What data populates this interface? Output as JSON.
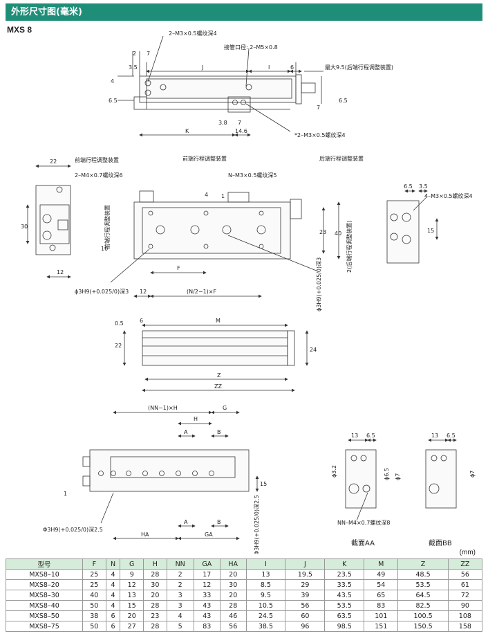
{
  "header": {
    "title": "外形尺寸图(毫米)"
  },
  "model": "MXS 8",
  "labels": {
    "top_m3": "2–M3×0.5螺纹深4",
    "port": "接管口径: 2–M5×0.8",
    "max95": "最大9.5(后端行程调整装置)",
    "bottom_m3": "*2–M3×0.5螺纹深4",
    "d2": "2",
    "d7": "7",
    "d35": "3.5",
    "d4": "4",
    "d65": "6.5",
    "J": "J",
    "I": "I",
    "d6": "6",
    "d7b": "7",
    "d65b": "6.5",
    "d38": "3.8",
    "d7c": "7",
    "K": "K",
    "d146": "14.6",
    "d22": "22",
    "front_adj_left": "前端行程调整装置",
    "m4_left": "2–M4×0.7螺纹深6",
    "d30": "30",
    "d12a": "12",
    "front_adj_mid": "前端行程调整装置",
    "nm3": "N–M3×0.5螺纹深5",
    "rear_adj": "后端行程调整装置",
    "front_adj_vert": "前端行程调整装置",
    "d10": "10",
    "d4b": "4",
    "d1": "1",
    "F": "F",
    "d12b": "12",
    "nf": "(N/2−1)×F",
    "h9_left": "ϕ3H9(+0.025/0)深3",
    "h9_right": "ϕ3H9(+0.025/0)深3",
    "d23": "23",
    "d40": "40",
    "rear_adj_vert": "2(后端行程调整装置)",
    "d65c": "6.5",
    "d35b": "3.5",
    "m3_right": "4–M3×0.5螺纹深4",
    "d15": "15",
    "d05": "0.5",
    "d6b": "6",
    "M": "M",
    "d22b": "22",
    "d24": "24",
    "Z": "Z",
    "ZZ": "ZZ",
    "nnh": "(NN−1)×H",
    "G": "G",
    "H": "H",
    "A": "A",
    "B": "B",
    "d15b": "15",
    "d1b": "1",
    "h9_bottom": "Φ3H9(+0.025/0)深2.5",
    "HA": "HA",
    "GA": "GA",
    "A2": "A",
    "B2": "B",
    "h9_vert": "Φ3H9(+0.025/0)深2.5",
    "d13a": "13",
    "d65d": "6.5",
    "d32": "ϕ3.2",
    "d65e": "ϕ6.5",
    "d7d": "ϕ7",
    "nnm4": "NN–M4×0.7螺纹深8",
    "d13b": "13",
    "d65f": "6.5",
    "d7e": "ϕ7",
    "section_aa": "截面AA",
    "section_bb": "截面BB"
  },
  "unit": "(mm)",
  "table": {
    "headers": [
      "型号",
      "F",
      "N",
      "G",
      "H",
      "NN",
      "GA",
      "HA",
      "I",
      "J",
      "K",
      "M",
      "Z",
      "ZZ"
    ],
    "rows": [
      [
        "MXS8–10",
        "25",
        "4",
        "9",
        "28",
        "2",
        "17",
        "20",
        "13",
        "19.5",
        "23.5",
        "49",
        "48.5",
        "56"
      ],
      [
        "MXS8–20",
        "25",
        "4",
        "12",
        "30",
        "2",
        "12",
        "30",
        "8.5",
        "29",
        "33.5",
        "54",
        "53.5",
        "61"
      ],
      [
        "MXS8–30",
        "40",
        "4",
        "13",
        "20",
        "3",
        "33",
        "20",
        "9.5",
        "39",
        "43.5",
        "65",
        "64.5",
        "72"
      ],
      [
        "MXS8–40",
        "50",
        "4",
        "15",
        "28",
        "3",
        "43",
        "28",
        "10.5",
        "56",
        "53.5",
        "83",
        "82.5",
        "90"
      ],
      [
        "MXS8–50",
        "38",
        "6",
        "20",
        "23",
        "4",
        "43",
        "46",
        "24.5",
        "60",
        "63.5",
        "101",
        "100.5",
        "108"
      ],
      [
        "MXS8–75",
        "50",
        "6",
        "27",
        "28",
        "5",
        "83",
        "56",
        "38.5",
        "96",
        "98.5",
        "151",
        "150.5",
        "158"
      ]
    ]
  }
}
